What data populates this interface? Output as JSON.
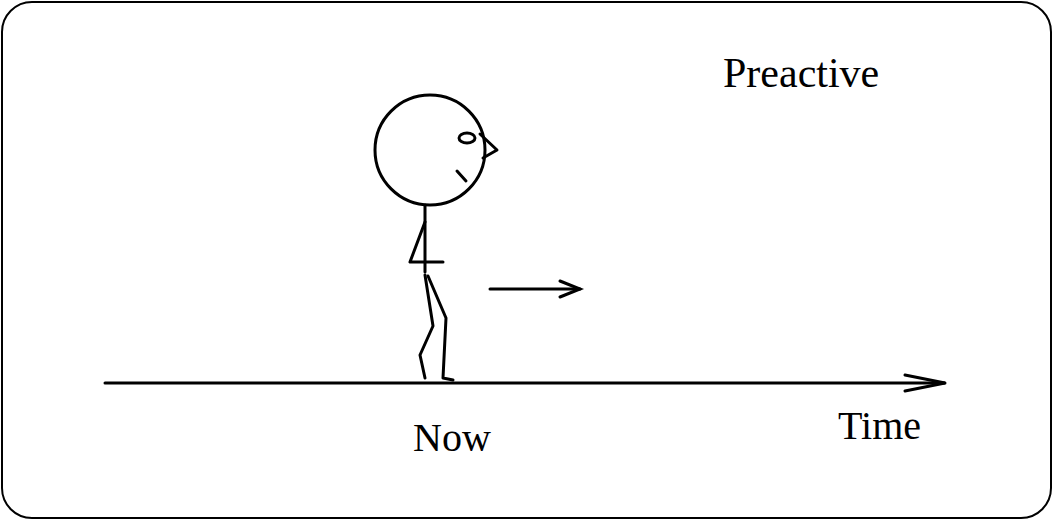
{
  "diagram": {
    "labels": [
      "Preactive",
      "Now",
      "Time"
    ]
  }
}
